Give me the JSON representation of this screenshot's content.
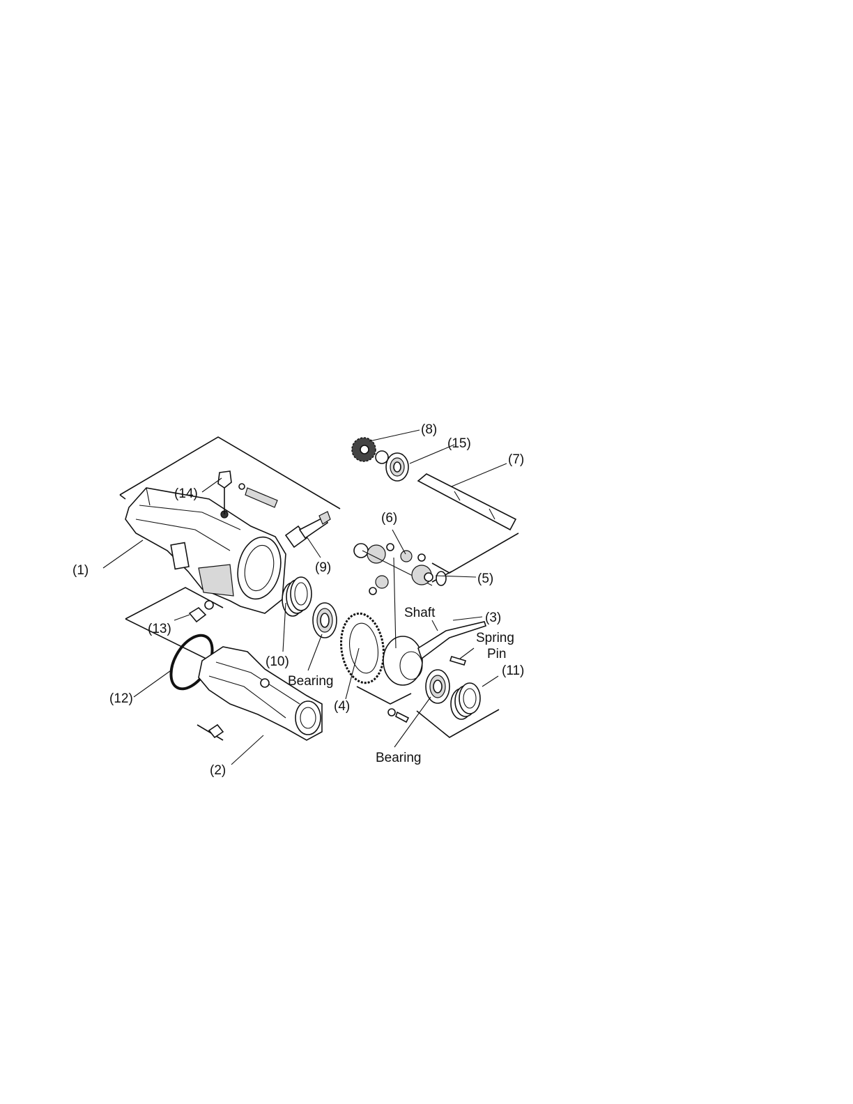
{
  "labels": {
    "p1": "(1)",
    "p2": "(2)",
    "p3": "(3)",
    "p4": "(4)",
    "p5": "(5)",
    "p6": "(6)",
    "p7": "(7)",
    "p8": "(8)",
    "p9": "(9)",
    "p10": "(10)",
    "p11": "(11)",
    "p12": "(12)",
    "p13": "(13)",
    "p14": "(14)",
    "p15": "(15)",
    "shaft": "Shaft",
    "spring": "Spring",
    "pin": "Pin",
    "bearing_left": "Bearing",
    "bearing_bottom": "Bearing"
  }
}
